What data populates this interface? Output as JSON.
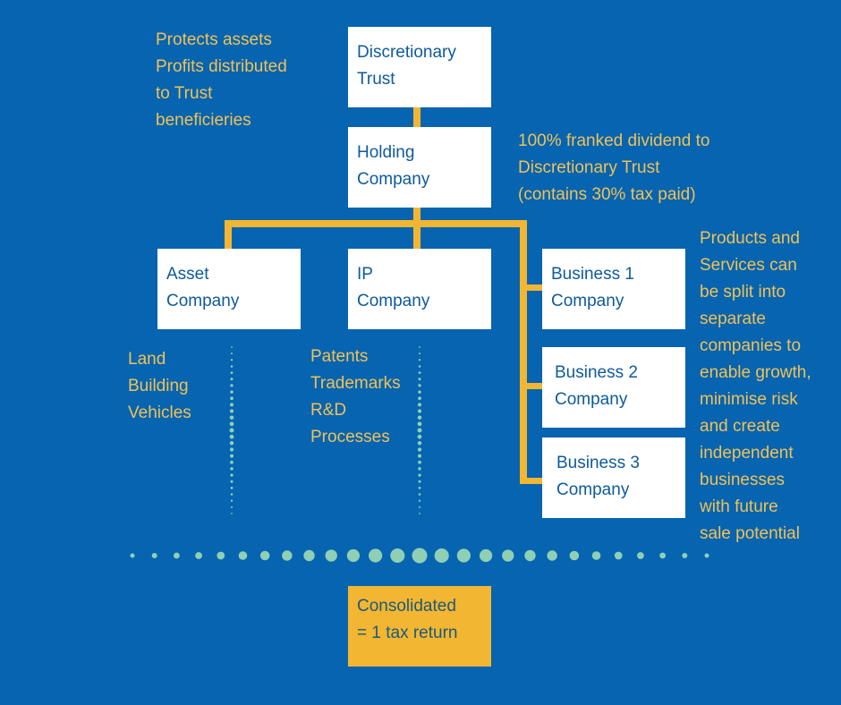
{
  "entities": {
    "discretionary_trust": [
      "Discretionary",
      "Trust"
    ],
    "holding_company": [
      "Holding",
      "Company"
    ],
    "asset_company": [
      "Asset",
      "Company"
    ],
    "ip_company": [
      "IP",
      "Company"
    ],
    "business_1": [
      "Business 1",
      "Company"
    ],
    "business_2": [
      "Business 2",
      "Company"
    ],
    "business_3": [
      "Business 3",
      "Company"
    ],
    "consolidated": [
      "Consolidated",
      "= 1 tax return"
    ]
  },
  "notes": {
    "trust_note": [
      "Protects assets",
      "Profits distributed",
      "to Trust",
      "beneficieries"
    ],
    "dividend_note": [
      "100% franked dividend to",
      "Discretionary Trust",
      "(contains 30% tax paid)"
    ],
    "asset_note": [
      "Land",
      "Building",
      "Vehicles"
    ],
    "ip_note": [
      "Patents",
      "Trademarks",
      "R&D",
      "Processes"
    ],
    "business_note": [
      "Products and",
      "Services can",
      "be split into",
      "separate",
      "companies to",
      "enable growth,",
      "minimise risk",
      "and create",
      "independent",
      "businesses",
      "with future",
      "sale potential"
    ]
  },
  "colors": {
    "background": "#0664b0",
    "connector": "#f2b632",
    "note_text": "#f0c257",
    "box_text": "#0d5a9c",
    "dots": "#8fd0b4"
  }
}
